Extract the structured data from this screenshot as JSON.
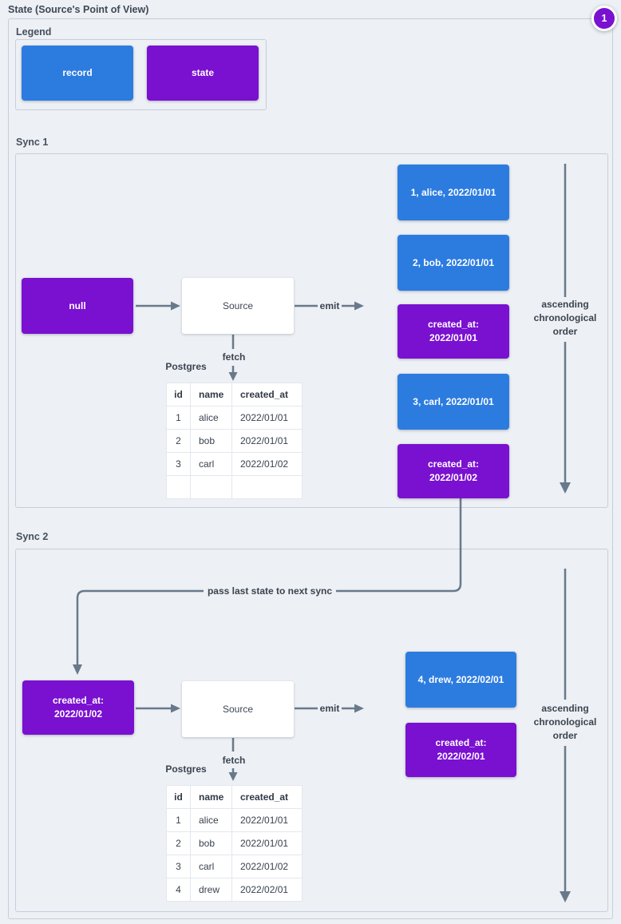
{
  "title": "State (Source's Point of View)",
  "badge": {
    "value": "1"
  },
  "colors": {
    "record_blue": "#2c7ce0",
    "state_purple": "#7a10d0",
    "canvas": "#edf0f4",
    "group_border": "#c6cfdb",
    "arrow_gray": "#68798c",
    "text_dark": "#3b4450"
  },
  "legend": {
    "label": "Legend",
    "record_label": "record",
    "state_label": "state"
  },
  "labels": {
    "emit": "emit",
    "fetch": "fetch",
    "postgres": "Postgres",
    "order": "ascending chronological order",
    "pass": "pass last state to next sync"
  },
  "sync1": {
    "label": "Sync 1",
    "input_state": "null",
    "source": "Source",
    "table": {
      "headers": [
        "id",
        "name",
        "created_at"
      ],
      "rows": [
        [
          "1",
          "alice",
          "2022/01/01"
        ],
        [
          "2",
          "bob",
          "2022/01/01"
        ],
        [
          "3",
          "carl",
          "2022/01/02"
        ],
        [
          "",
          "",
          ""
        ]
      ]
    },
    "emitted": [
      {
        "type": "record",
        "label": "1, alice, 2022/01/01"
      },
      {
        "type": "record",
        "label": "2, bob, 2022/01/01"
      },
      {
        "type": "state",
        "label": "created_at: 2022/01/01"
      },
      {
        "type": "record",
        "label": "3, carl, 2022/01/01"
      },
      {
        "type": "state",
        "label": "created_at: 2022/01/02"
      }
    ]
  },
  "sync2": {
    "label": "Sync 2",
    "input_state": "created_at: 2022/01/02",
    "source": "Source",
    "table": {
      "headers": [
        "id",
        "name",
        "created_at"
      ],
      "rows": [
        [
          "1",
          "alice",
          "2022/01/01"
        ],
        [
          "2",
          "bob",
          "2022/01/01"
        ],
        [
          "3",
          "carl",
          "2022/01/02"
        ],
        [
          "4",
          "drew",
          "2022/02/01"
        ]
      ]
    },
    "emitted": [
      {
        "type": "record",
        "label": "4, drew, 2022/02/01"
      },
      {
        "type": "state",
        "label": "created_at: 2022/02/01"
      }
    ]
  }
}
